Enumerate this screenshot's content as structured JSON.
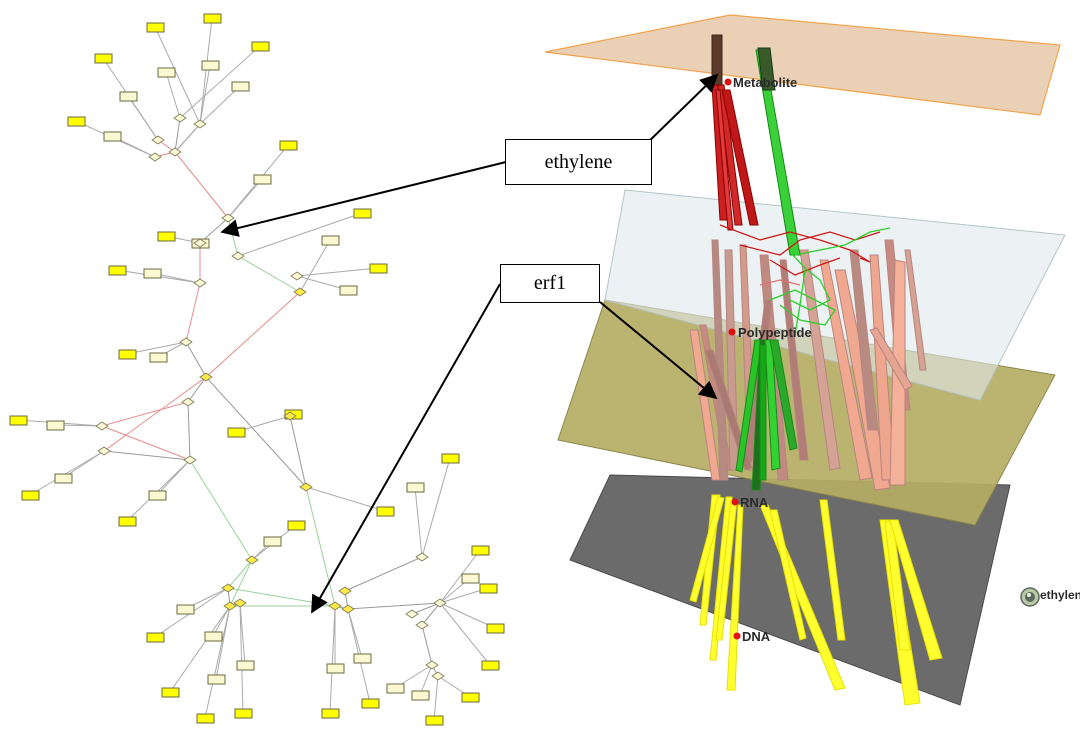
{
  "callouts": {
    "ethylene": "ethylene",
    "erf1": "erf1"
  },
  "layers": {
    "metabolite": "Metabolite",
    "polypeptide": "Polypeptide",
    "rna": "RNA",
    "dna": "DNA"
  },
  "node_label": "ethylene",
  "colors": {
    "metabolite_plane": "#e6c9a8",
    "polypeptide_plane": "#dfe9ec",
    "rna_plane": "#b5ae64",
    "dna_plane": "#6b6b6b",
    "leaf_node": "#ffff00",
    "gene_node": "#fbf8d2",
    "red_edge": "#f3a8a8",
    "green_edge": "#a6e6a6"
  }
}
